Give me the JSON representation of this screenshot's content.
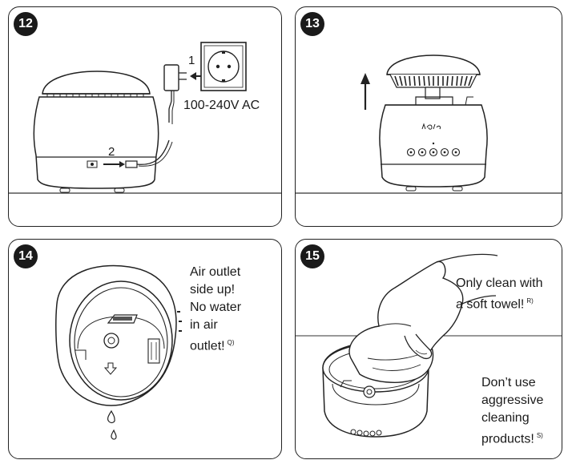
{
  "steps": [
    {
      "number": "12",
      "callouts": {
        "plug": "1",
        "port": "2"
      },
      "voltage": "100-240V AC"
    },
    {
      "number": "13"
    },
    {
      "number": "14",
      "lines": [
        "Air outlet",
        "side up!",
        "No water",
        "in air",
        "outlet!"
      ],
      "footnote": "Q)"
    },
    {
      "number": "15",
      "text_top": [
        "Only clean with",
        "a soft towel!"
      ],
      "footnote_top": "R)",
      "text_bottom": [
        "Don’t use",
        "aggressive",
        "cleaning",
        "products!"
      ],
      "footnote_bottom": "S)"
    }
  ],
  "icons": {
    "step12": [
      "diffuser-icon",
      "power-adapter-icon",
      "wall-socket-icon"
    ],
    "step13": [
      "diffuser-base-icon",
      "lift-arrow-icon"
    ],
    "step14": [
      "water-tank-icon",
      "water-drop-icon"
    ],
    "step15": [
      "hand-with-towel-icon",
      "water-tank-icon"
    ]
  }
}
